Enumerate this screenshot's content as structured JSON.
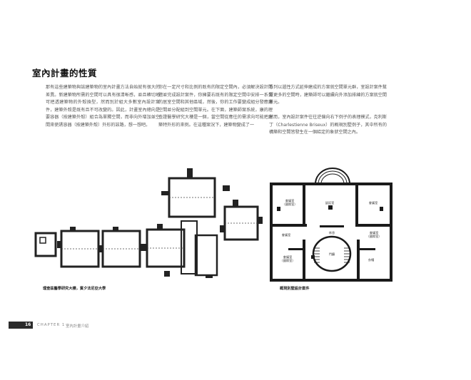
{
  "section": {
    "title": "室內計畫的性質"
  },
  "columns": [
    "那有這些建築物與該建築物的室內計畫方法自始就有很大的差異。新建築物所需的空間可以具有很清晰感，並且確切地可把透建築物的外殼換型，然而別於組大多數室內設計案件，建築外殼是既有且不可改變的。因此，計畫室內總向是要容器（按建築外殼）組合為單獨空間，而非向外增加並空間來使誘容器（按建築外殼）外形的該路，想一想吧。",
    "你在一定尺寸和比例的既有的限定空間內，必須解決設計問題並完成設計案件，你擁要右既有的限定空間中安排一系列的居室空間和其他區域，然後，你的工作要變成組分發應建空間並分配組到空間單元。在下面，建築師案系統，康的理查證醫學研究大樓是一個，當空間從應往的需求向可能把建築特外形的來例。在這種案況下，建築物變成了一",
    "系列以遞性方式延伸建成的方案就空間單元群，室設計案件幫要更多的空間時，建築師可以繼續向外添加排練的方案就空間單元。\n\n然而，室內設計案件往往逆偏向右下例子的表理模式，克利斯丁（Charlestienne Briseux）的概現別墅例子，其中所有的構築和空間皆發生在一個給定的象狀空間之內。"
  ],
  "plans": {
    "left_caption": "理查茲醫學研究大樓，賓夕法尼亞大學",
    "right_caption": "概現別墅設計案件",
    "right_room_labels": [
      "會議室\n（國際室）",
      "談話室",
      "會議室",
      "會議室",
      "休息",
      "會議室\n（國際室）",
      "門廳",
      "會議室\n（國際室）",
      "衣帽"
    ]
  },
  "footer": {
    "page_number": "16",
    "chapter": "CHAPTER 1",
    "chapter_title": "室內計畫介紹"
  }
}
